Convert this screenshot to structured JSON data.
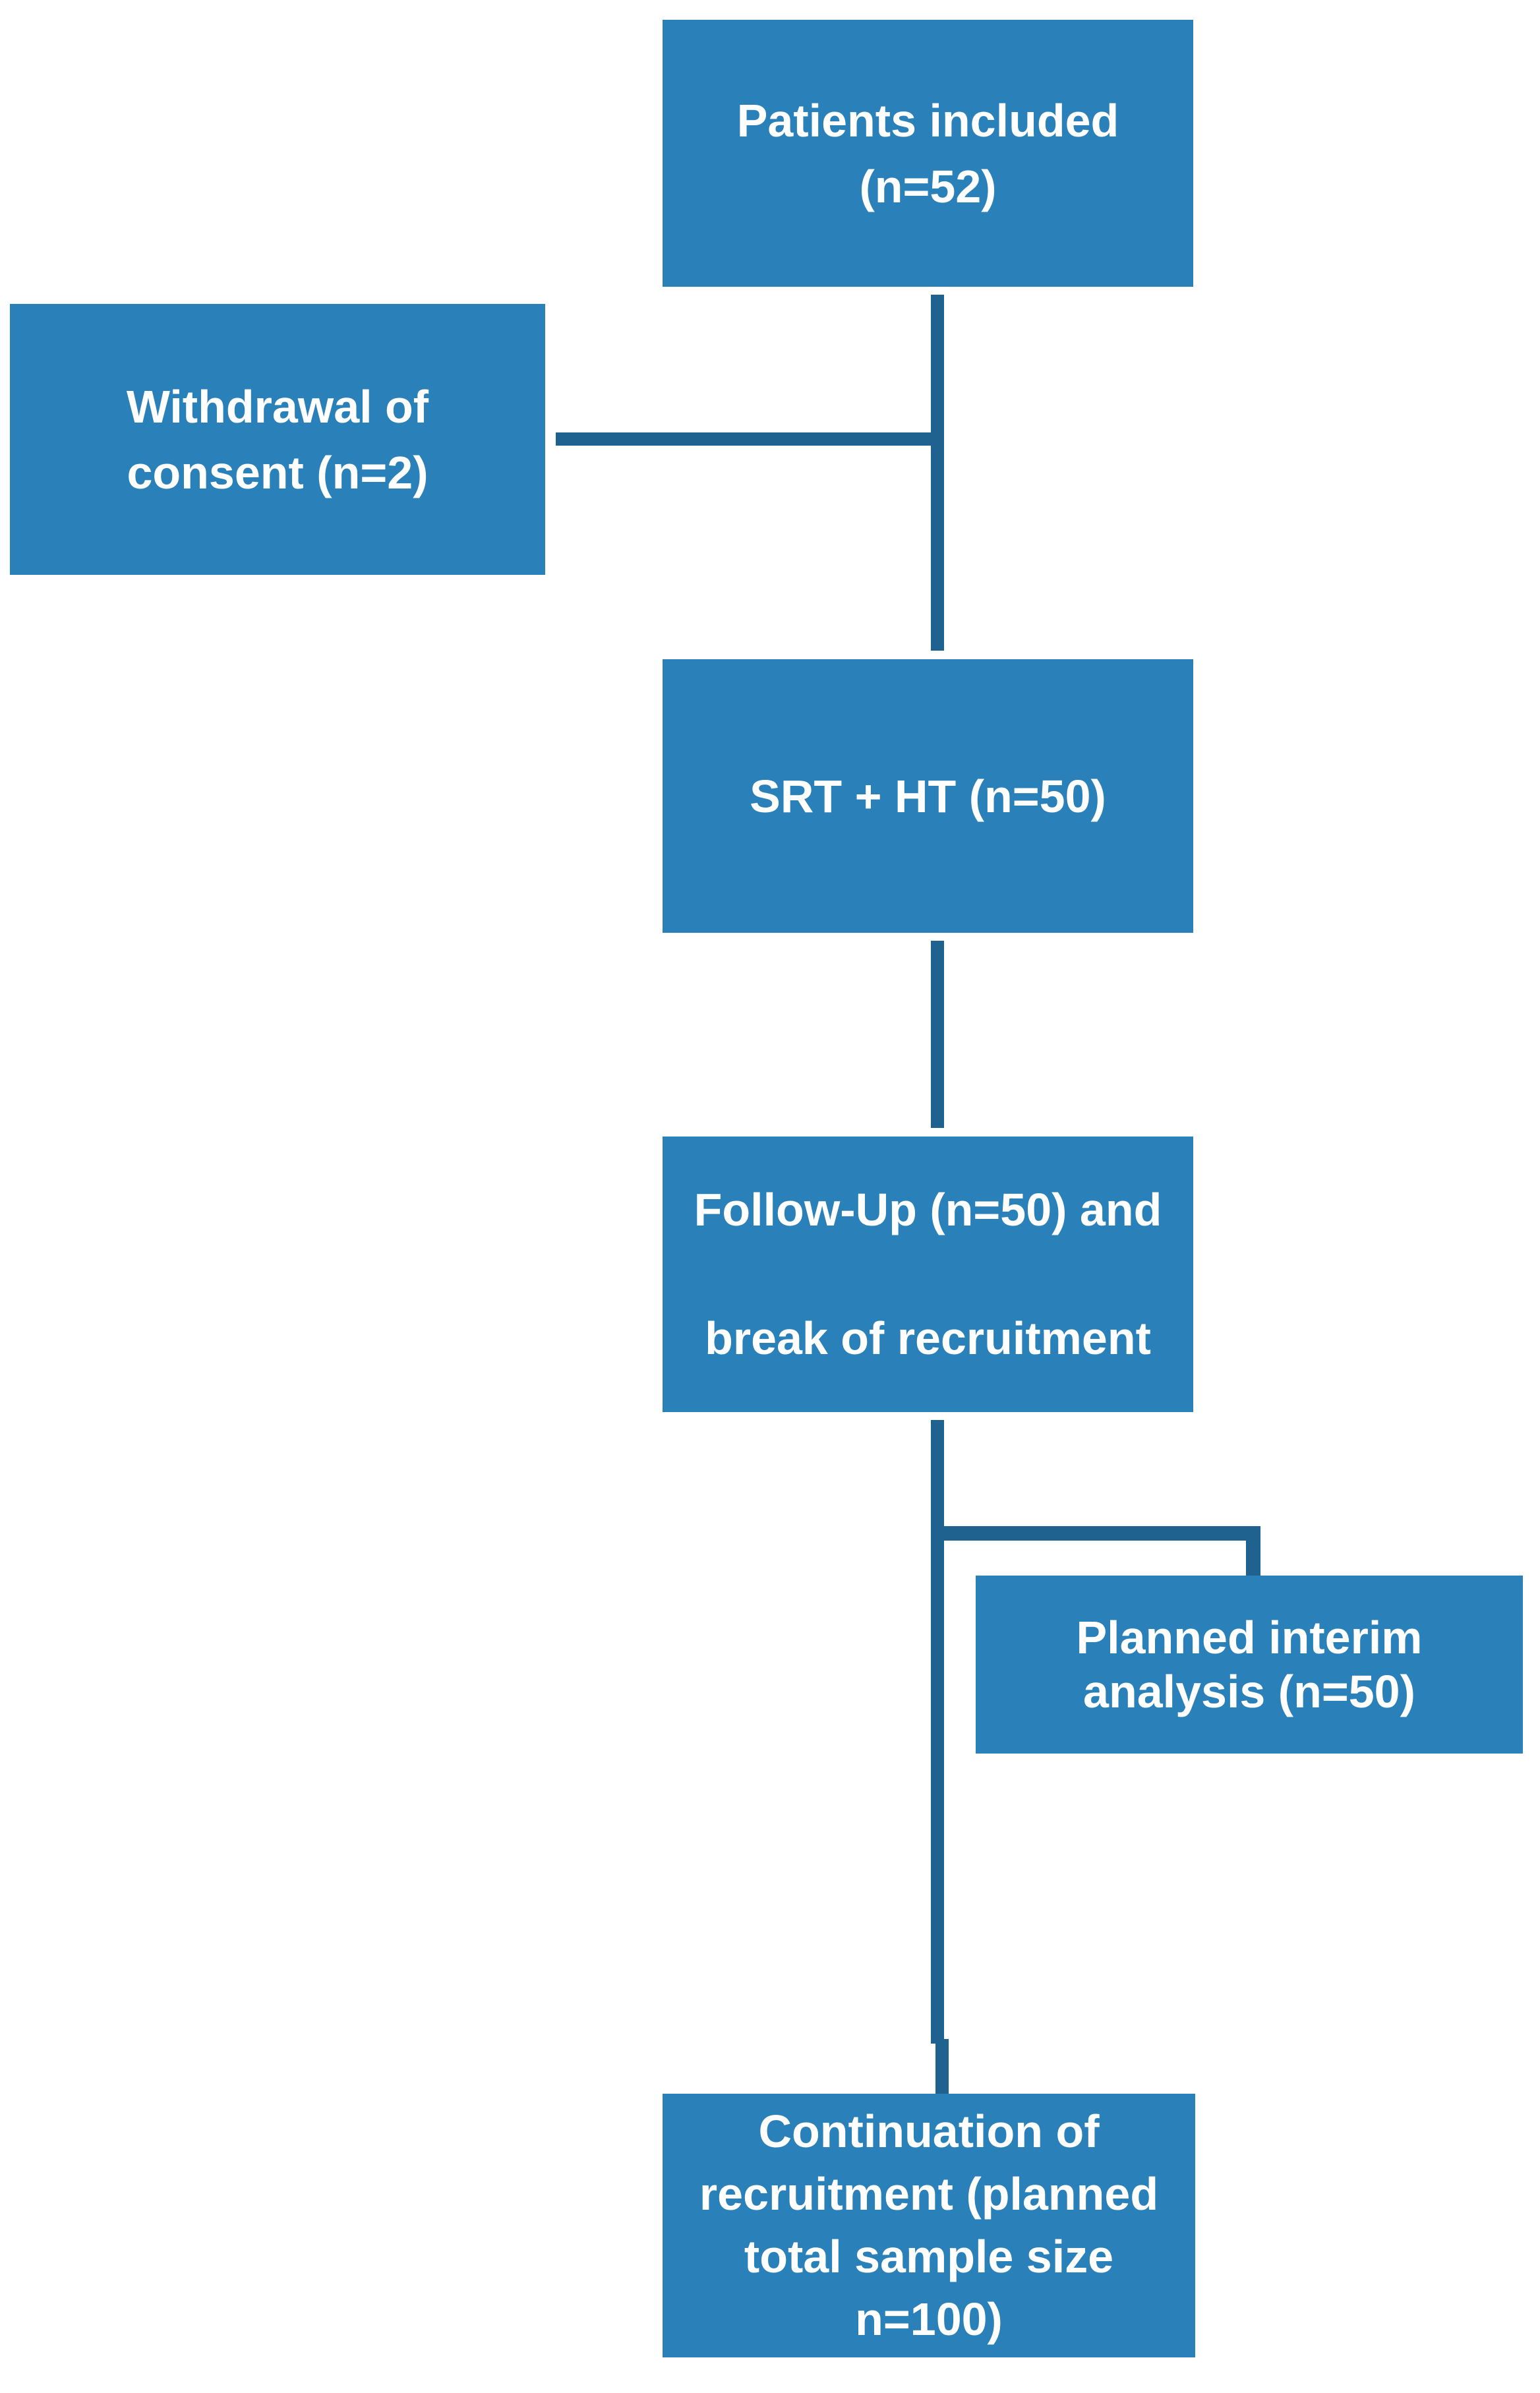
{
  "canvas": {
    "background": "#ffffff"
  },
  "colors": {
    "box_fill": "#2A80B9",
    "connector": "#1F6290",
    "text": "#FFFFFF"
  },
  "diagram": {
    "type": "flowchart",
    "nodes": [
      {
        "id": "patients-included",
        "lines": [
          "Patients included",
          "(n=52)"
        ]
      },
      {
        "id": "withdrawal",
        "lines": [
          "Withdrawal of",
          "consent (n=2)"
        ]
      },
      {
        "id": "srt-ht",
        "lines": [
          "SRT + HT (n=50)"
        ]
      },
      {
        "id": "follow-up",
        "lines": [
          "Follow-Up (n=50) and",
          "break of recruitment"
        ]
      },
      {
        "id": "interim-analysis",
        "lines": [
          "Planned interim",
          "analysis (n=50)"
        ]
      },
      {
        "id": "continuation",
        "lines": [
          "Continuation of",
          "recruitment (planned",
          "total sample size",
          "n=100)"
        ]
      }
    ],
    "edges": [
      {
        "from": "patients-included",
        "to": "srt-ht"
      },
      {
        "from": "patients-included",
        "to": "withdrawal"
      },
      {
        "from": "srt-ht",
        "to": "follow-up"
      },
      {
        "from": "follow-up",
        "to": "interim-analysis"
      },
      {
        "from": "follow-up",
        "to": "continuation"
      }
    ]
  }
}
